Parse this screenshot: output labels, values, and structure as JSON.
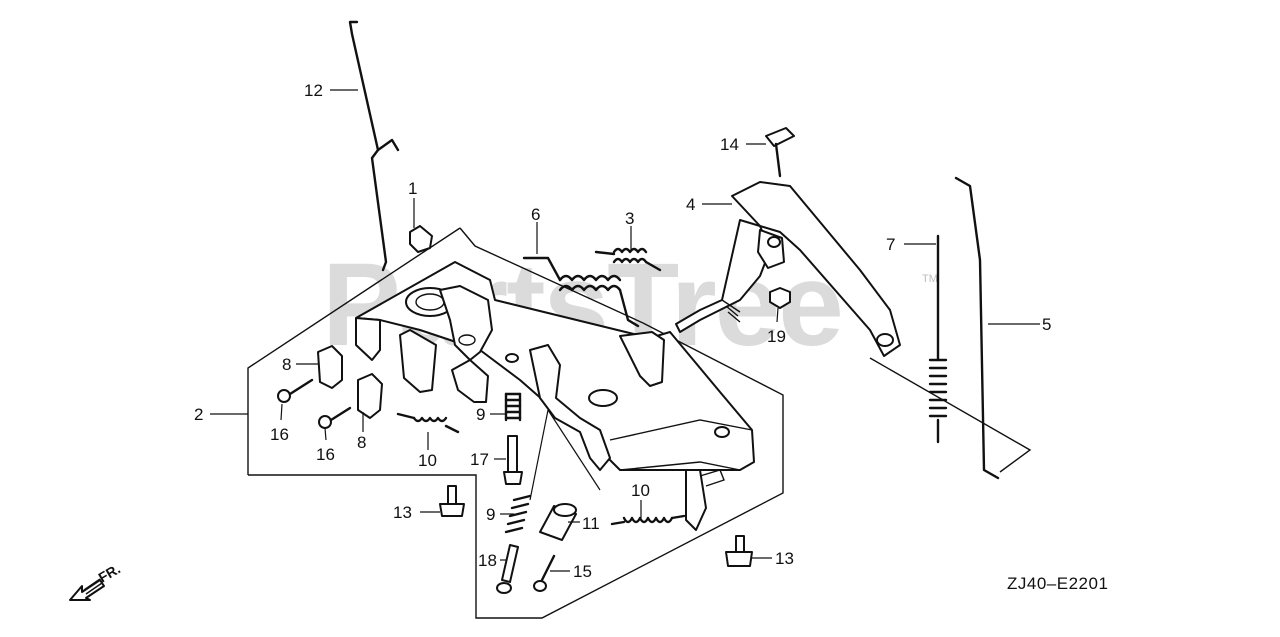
{
  "watermark": {
    "text": "PartsTree",
    "trademark": "TM"
  },
  "diagram_code": "ZJ40–E2201",
  "direction_label": "FR.",
  "callouts": {
    "c1": "1",
    "c2": "2",
    "c3": "3",
    "c4": "4",
    "c5": "5",
    "c6": "6",
    "c7": "7",
    "c8a": "8",
    "c8b": "8",
    "c9a": "9",
    "c9b": "9",
    "c10a": "10",
    "c10b": "10",
    "c11": "11",
    "c12": "12",
    "c13a": "13",
    "c13b": "13",
    "c14": "14",
    "c15": "15",
    "c16a": "16",
    "c16b": "16",
    "c17": "17",
    "c18": "18",
    "c19": "19"
  }
}
